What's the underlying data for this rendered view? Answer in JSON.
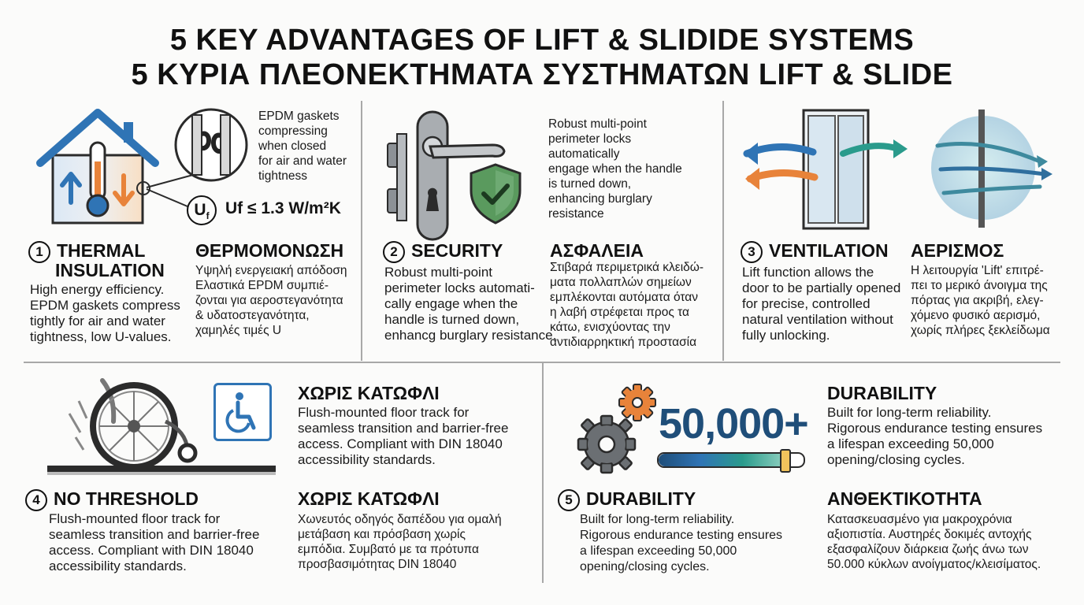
{
  "title": {
    "line1": "5 KEY ADVANTAGES OF LIFT & SLIDIDE SYSTEMS",
    "line2": "5 ΚΥΡΙΑ ΠΛΕΟΝΕΚΤΗΜΑΤΑ ΣΥΣΤΗΜΑΤΩΝ LIFT & SLIDE"
  },
  "thermal": {
    "number": "1",
    "heading_en_1": "THERMAL",
    "heading_en_2": "INSULATION",
    "text_en": [
      "High energy efficiency.",
      "EPDM gaskets compress",
      "tightly for air and water",
      "tightness, low U-values."
    ],
    "heading_gr": "ΘΕΡΜΟΜΟΝΩΣΗ",
    "text_gr": [
      "Υψηλή ενεργειακή απόδοση",
      "Ελαστικά EPDM συμπιέ-",
      "ζονται για αεροστεγανότητα",
      "& υδατοστεγανότητα,",
      "χαμηλές τιμές U"
    ],
    "callout": [
      "EPDM gaskets",
      "compressing",
      "when closed",
      "for air and water",
      "tightness"
    ],
    "uf_symbol": "U",
    "uf_sub": "f",
    "uf_value": "Uf ≤ 1.3 W/m²K"
  },
  "security": {
    "number": "2",
    "heading_en": "SECURITY",
    "text_en": [
      "Robust multi-point",
      "perimeter locks automati-",
      "cally engage when the",
      "handle is turned down,",
      "enhancg burglary resistance."
    ],
    "heading_gr": "ΑΣΦΑΛΕΙΑ",
    "text_gr": [
      "Στιβαρά περιμετρικά κλειδώ-",
      "ματα πολλαπλών σημείων",
      "εμπλέκονται αυτόματα όταν",
      "η λαβή στρέφεται προς τα",
      "κάτω, ενισχύοντας την",
      "αντιδιαρρηκτική προστασία"
    ],
    "callout": [
      "Robust multi-point",
      "perimeter locks",
      "automatically",
      "engage when the handle",
      "is turned down,",
      "enhancing burglary",
      "resistance"
    ]
  },
  "ventilation": {
    "number": "3",
    "heading_en": "VENTILATION",
    "text_en": [
      "Lift function allows the",
      "door to be partially opened",
      "for precise, controlled",
      "natural ventilation without",
      "fully unlocking."
    ],
    "heading_gr": "ΑΕΡΙΣΜΟΣ",
    "text_gr": [
      "Η λειτουργία 'Lift' επιτρέ-",
      "πει το μερικό άνοιγμα της",
      "πόρτας για ακριβή, ελεγ-",
      "χόμενο φυσικό αερισμό,",
      "χωρίς πλήρες ξεκλείδωμα"
    ]
  },
  "threshold": {
    "number": "4",
    "heading_en": "NO THRESHOLD",
    "text_en": [
      "Flush-mounted floor track for",
      "seamless transition and barrier-free",
      "access. Compliant with DIN 18040",
      "accessibility standards."
    ],
    "heading_gr_top": "ΧΩΡΙΣ ΚΑΤΩΦΛΙ",
    "text_top": [
      "Flush-mounted floor track for",
      "seamless transition and barrier-free",
      "access. Compliant with DIN 18040",
      "accessibility standards."
    ],
    "heading_gr": "ΧΩΡΙΣ ΚΑΤΩΦΛΙ",
    "text_gr": [
      "Χωνευτός οδηγός δαπέδου για ομαλή",
      "μετάβαση και πρόσβαση χωρίς",
      "εμπόδια. Συμβατό με τα πρότυπα",
      "προσβασιμότητας DIN 18040"
    ]
  },
  "durability": {
    "number": "5",
    "heading_en": "DURABILITY",
    "text_en": [
      "Built for long-term reliability.",
      "Rigorous endurance testing ensures",
      "a lifespan exceeding 50,000",
      "opening/closing cycles."
    ],
    "heading_top": "DURABILITY",
    "text_top": [
      "Built for long-term reliability.",
      "Rigorous endurance testing ensures",
      "a lifespan exceeding 50,000",
      "opening/closing cycles."
    ],
    "heading_gr": "ΑΝΘΕΚΤΙΚΟΤΗΤΑ",
    "text_gr": [
      "Κατασκευασμένο για μακροχρόνια",
      "αξιοπιστία. Αυστηρές δοκιμές αντοχής",
      "εξασφαλίζουν διάρκεια ζωής άνω των",
      "50.000 κύκλων ανοίγματος/κλεισίματος."
    ],
    "big_number": "50,000+",
    "cycle_progress": 0.87
  },
  "colors": {
    "blue": "#2f74b5",
    "orange": "#e8833a",
    "teal": "#2a9b8c",
    "shield_green": "#5a9a5e",
    "navy": "#1f4e79",
    "gray": "#6b6f73"
  }
}
